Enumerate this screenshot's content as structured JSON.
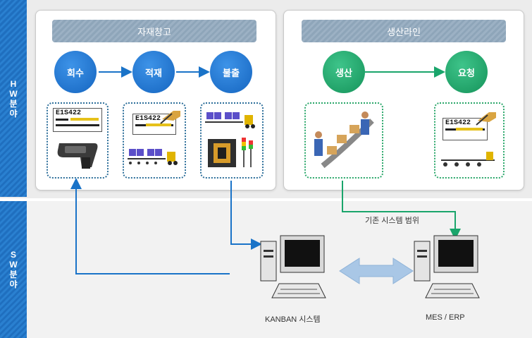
{
  "sidebar": {
    "hw_label": "HW분야",
    "sw_label": "SW분야"
  },
  "warehouse": {
    "title": "자재창고",
    "steps": [
      "회수",
      "적재",
      "불출"
    ]
  },
  "production": {
    "title": "생산라인",
    "steps": [
      "생산",
      "요청"
    ]
  },
  "tag_code": "E1S422",
  "labels": {
    "existing_scope": "기존 시스템 범위",
    "kanban_system": "KANBAN 시스템",
    "mes_erp": "MES / ERP"
  },
  "colors": {
    "blue": "#1565c0",
    "green": "#15935a",
    "arrow_blue": "#1a73c8",
    "arrow_green": "#1aa56b"
  }
}
